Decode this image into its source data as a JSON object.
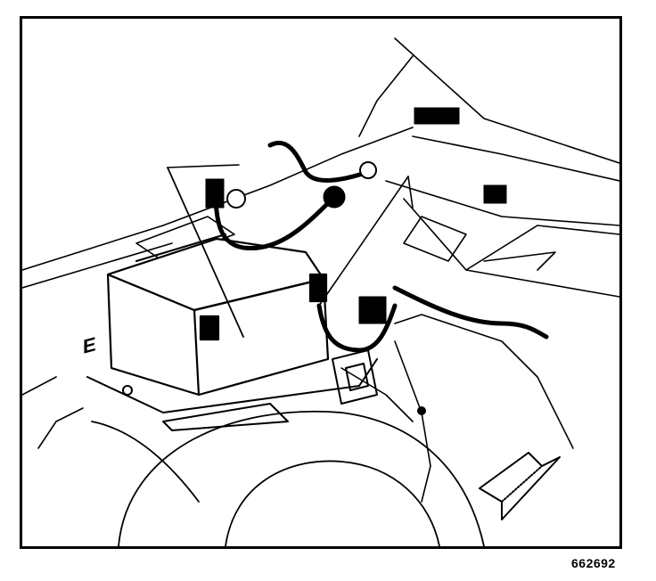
{
  "figure": {
    "figure_number": "662692",
    "body_mark": "E",
    "subject": "battery-in-trunk-with-cables"
  },
  "colors": {
    "line": "#000000",
    "background": "#ffffff"
  }
}
